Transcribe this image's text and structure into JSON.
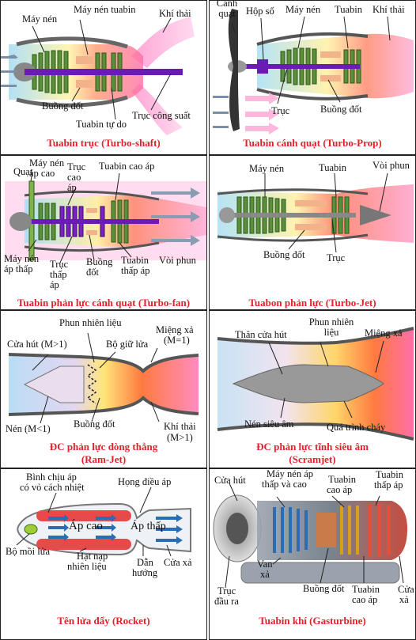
{
  "colors": {
    "caption": "#e0202a",
    "text": "#111111"
  },
  "panels": [
    {
      "caption": "Tuabin trục (Turbo-shaft)",
      "labels": {
        "compressor": "Máy nén",
        "compressor_turbine": "Máy nén tuabin",
        "exhaust": "Khí thải",
        "combustor": "Buồng đốt",
        "free_turbine": "Tuabin tự do",
        "power_shaft": "Trục công suất"
      }
    },
    {
      "caption": "Tuabin cánh quạt (Turbo-Prop)",
      "labels": {
        "propeller": "Cánh quạt",
        "gearbox": "Hộp số",
        "compressor": "Máy nén",
        "turbine": "Tuabin",
        "exhaust": "Khí thải",
        "shaft": "Trục",
        "combustor": "Buồng đốt"
      }
    },
    {
      "caption": "Tuabin phản lực cánh quạt (Turbo-fan)",
      "labels": {
        "fan": "Quạt",
        "hp_compressor": "Máy nén áp cao",
        "hp_shaft": "Trục cao áp",
        "hp_turbine": "Tuabin cao áp",
        "lp_compressor": "Máy nén áp thấp",
        "lp_shaft": "Trục thấp áp",
        "combustor": "Buồng đốt",
        "lp_turbine": "Tuabin thấp áp",
        "nozzle": "Vòi phun"
      }
    },
    {
      "caption": "Tuabon phản lực (Turbo-Jet)",
      "labels": {
        "compressor": "Máy nén",
        "turbine": "Tuabin",
        "nozzle": "Vòi phun",
        "combustor": "Buồng đốt",
        "shaft": "Trục"
      }
    },
    {
      "caption_line1": "ĐC phản lực dòng thẳng",
      "caption_line2": "(Ram-Jet)",
      "labels": {
        "fuel_injection": "Phun nhiên liệu",
        "intake": "Cửa hút (M>1)",
        "flame_holder": "Bộ giữ lửa",
        "exit": "Miệng xả",
        "exit_mach": "(M=1)",
        "compression": "Nén (M<1)",
        "combustor": "Buồng đốt",
        "exhaust": "Khí thải",
        "exhaust_mach": "(M>1)"
      }
    },
    {
      "caption_line1": "ĐC phản lực tĩnh siêu âm",
      "caption_line2": "(Scramjet)",
      "labels": {
        "intake_body": "Thân cửa hút",
        "fuel_injection": "Phun nhiên liệu",
        "exit": "Miệng xả",
        "supersonic_compression": "Nén siêu âm",
        "combustion": "Quá trình cháy"
      }
    },
    {
      "caption": "Tên lửa đẩy (Rocket)",
      "labels": {
        "tank_line1": "Bình chịu áp",
        "tank_line2": "có vỏ cách nhiệt",
        "throat": "Họng điều áp",
        "high_pressure": "Áp cao",
        "low_pressure": "Áp thấp",
        "igniter": "Bộ mồi lửa",
        "fuel_grain_line1": "Hạt nạp",
        "fuel_grain_line2": "nhiên liệu",
        "guide_line1": "Dẫn",
        "guide_line2": "hướng",
        "exit": "Cửa xả"
      }
    },
    {
      "caption": "Tuabin khí (Gasturbine)",
      "labels": {
        "intake": "Cửa hút",
        "compressor_line1": "Máy nén áp",
        "compressor_line2": "thấp và cao",
        "hp_turbine_top_line1": "Tuabin",
        "hp_turbine_top_line2": "cao áp",
        "lp_turbine_line1": "Tuabin",
        "lp_turbine_line2": "thấp áp",
        "output_shaft_line1": "Trục",
        "output_shaft_line2": "đầu ra",
        "valve_line1": "Van",
        "valve_line2": "xả",
        "combustor": "Buồng đốt",
        "hp_turbine_bottom_line1": "Tuabin",
        "hp_turbine_bottom_line2": "cao áp",
        "exhaust_line1": "Cửa",
        "exhaust_line2": "xả"
      }
    }
  ]
}
